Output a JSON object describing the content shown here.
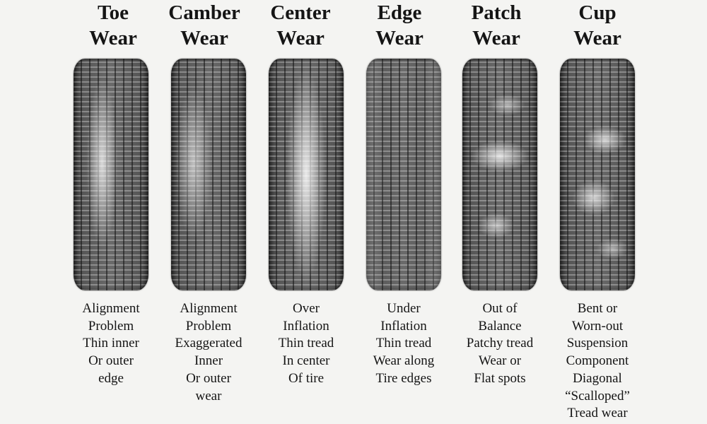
{
  "columns": [
    {
      "title": [
        "Toe",
        "Wear"
      ],
      "description": [
        "Alignment",
        "Problem",
        "Thin inner",
        "Or outer",
        "edge"
      ]
    },
    {
      "title": [
        "Camber",
        "Wear"
      ],
      "description": [
        "Alignment",
        "Problem",
        "Exaggerated",
        "Inner",
        "Or outer",
        "wear"
      ]
    },
    {
      "title": [
        "Center",
        "Wear"
      ],
      "description": [
        "Over",
        "Inflation",
        "Thin tread",
        "In center",
        "Of tire"
      ]
    },
    {
      "title": [
        "Edge",
        "Wear"
      ],
      "description": [
        "Under",
        "Inflation",
        "Thin tread",
        "Wear along",
        "Tire edges"
      ]
    },
    {
      "title": [
        "Patch",
        "Wear"
      ],
      "description": [
        "Out of",
        "Balance",
        "Patchy tread",
        "Wear or",
        "Flat spots"
      ]
    },
    {
      "title": [
        "Cup",
        "Wear"
      ],
      "description": [
        "Bent or",
        "Worn-out",
        "Suspension",
        "Component",
        "Diagonal",
        "“Scalloped”",
        "Tread wear"
      ]
    }
  ]
}
